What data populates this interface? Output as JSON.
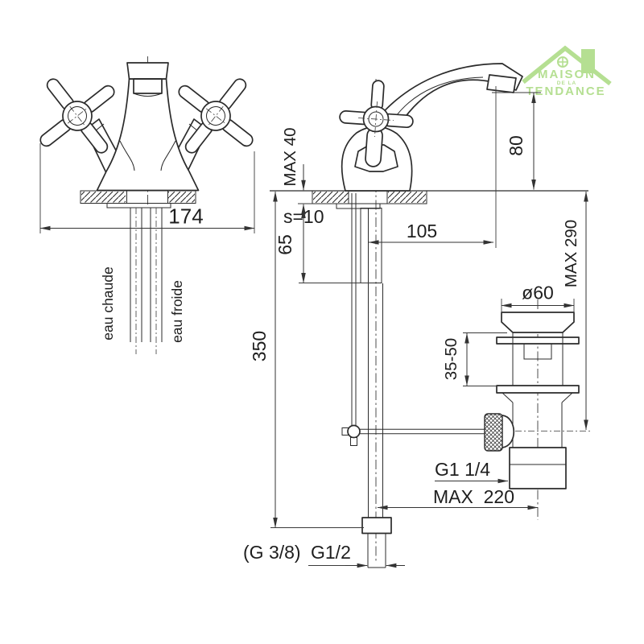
{
  "logo": {
    "line1": "MAISON",
    "line2": "DE LA",
    "line3": "TENDANCE",
    "color": "#b5df92"
  },
  "front_view": {
    "width_dim": "174",
    "hot_water_label": "eau chaude",
    "cold_water_label": "eau froide"
  },
  "side_view": {
    "max_counter_thickness": "MAX 40",
    "plate_thickness": "s=10",
    "shank_length": "65",
    "spout_reach": "105",
    "spout_height": "80",
    "supply_length": "350",
    "max_height": "MAX 290",
    "drain_flange_diameter": "ø60",
    "clamping_range": "35-50",
    "drain_thread": "G1 1/4",
    "max_drain_reach": "MAX  220",
    "supply_thread_note": "(G 3/8)",
    "supply_thread": "G1/2"
  }
}
